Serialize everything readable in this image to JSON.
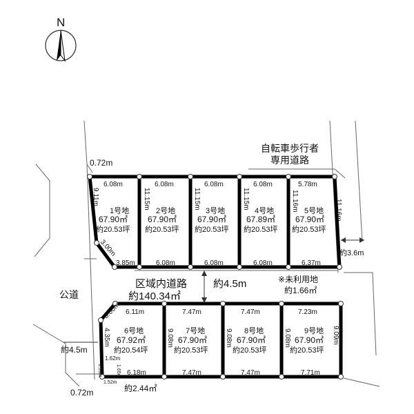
{
  "north": "N",
  "road_labels": {
    "public_road": "公道",
    "bike_path_line1": "自転車歩行者",
    "bike_path_line2": "専用道路",
    "internal_road_line1": "区域内道路",
    "internal_road_line2": "約140.34㎡",
    "road_width": "約4.5m",
    "unused_line1": "※未利用地",
    "unused_line2": "約1.66㎡",
    "left_width": "約4.5m",
    "right_gap": "約3.6m",
    "corner_area": "約2.44㎡",
    "top_left_dim": "0.72m",
    "bottom_left_dim": "0.72m"
  },
  "lots": [
    {
      "name": "1号地",
      "area_m2": "67.90㎡",
      "area_tsubo": "約20.53坪",
      "top": "6.08m",
      "bottom": "3.85m",
      "side": "9.11m",
      "corner": "3.00m"
    },
    {
      "name": "2号地",
      "area_m2": "67.90㎡",
      "area_tsubo": "約20.53坪",
      "top": "6.08m",
      "bottom": "6.08m",
      "side": "11.15m"
    },
    {
      "name": "3号地",
      "area_m2": "67.90㎡",
      "area_tsubo": "約20.53坪",
      "top": "6.08m",
      "bottom": "6.08m",
      "side": "11.15m"
    },
    {
      "name": "4号地",
      "area_m2": "67.89㎡",
      "area_tsubo": "約20.53坪",
      "top": "6.08m",
      "bottom": "6.08m",
      "side": "11.15m"
    },
    {
      "name": "5号地",
      "area_m2": "67.90㎡",
      "area_tsubo": "約20.53坪",
      "top": "5.78m",
      "bottom": "6.37m",
      "side": "11.16m"
    },
    {
      "name": "6号地",
      "area_m2": "67.92㎡",
      "area_tsubo": "約20.54坪",
      "top": "6.11m",
      "bottom": "6.18m",
      "side": "4.35m",
      "corner": "3.00m",
      "small1": "1.62m",
      "small2": "1.65m",
      "small3": "1.59m",
      "small4": "1.52m"
    },
    {
      "name": "7号地",
      "area_m2": "67.90㎡",
      "area_tsubo": "約20.53坪",
      "top": "7.47m",
      "bottom": "7.47m",
      "side": "9.08m"
    },
    {
      "name": "8号地",
      "area_m2": "67.90㎡",
      "area_tsubo": "約20.53坪",
      "top": "7.47m",
      "bottom": "7.47m",
      "side": "9.08m"
    },
    {
      "name": "9号地",
      "area_m2": "67.90㎡",
      "area_tsubo": "約20.53坪",
      "top": "7.23m",
      "bottom": "7.71m",
      "side": "9.08m",
      "side_right": "9.09m"
    }
  ]
}
